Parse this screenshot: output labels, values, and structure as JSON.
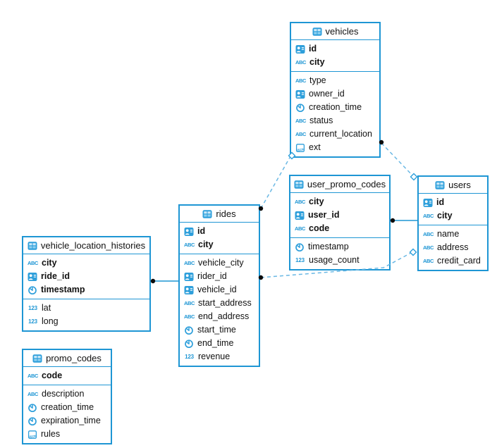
{
  "diagram": {
    "colors": {
      "accent_blue": "#1e96d4",
      "icon_blue": "#2e9fdb",
      "dashed_line_blue": "#6ab8e4",
      "connector_dot": "#0c0c0c",
      "text": "#111111",
      "background": "#ffffff"
    },
    "tables": [
      {
        "name": "vehicles",
        "icon": "table-icon",
        "primary_key": [
          {
            "name": "id",
            "icon": "id-type-icon"
          },
          {
            "name": "city",
            "icon": "text-type-icon"
          }
        ],
        "columns": [
          {
            "name": "type",
            "icon": "text-type-icon"
          },
          {
            "name": "owner_id",
            "icon": "id-type-icon"
          },
          {
            "name": "creation_time",
            "icon": "time-type-icon"
          },
          {
            "name": "status",
            "icon": "text-type-icon"
          },
          {
            "name": "current_location",
            "icon": "text-type-icon"
          },
          {
            "name": "ext",
            "icon": "json-type-icon"
          }
        ]
      },
      {
        "name": "user_promo_codes",
        "icon": "table-icon",
        "primary_key": [
          {
            "name": "city",
            "icon": "text-type-icon"
          },
          {
            "name": "user_id",
            "icon": "id-type-icon"
          },
          {
            "name": "code",
            "icon": "text-type-icon"
          }
        ],
        "columns": [
          {
            "name": "timestamp",
            "icon": "time-type-icon"
          },
          {
            "name": "usage_count",
            "icon": "number-type-icon"
          }
        ]
      },
      {
        "name": "users",
        "icon": "table-icon",
        "primary_key": [
          {
            "name": "id",
            "icon": "id-type-icon"
          },
          {
            "name": "city",
            "icon": "text-type-icon"
          }
        ],
        "columns": [
          {
            "name": "name",
            "icon": "text-type-icon"
          },
          {
            "name": "address",
            "icon": "text-type-icon"
          },
          {
            "name": "credit_card",
            "icon": "text-type-icon"
          }
        ]
      },
      {
        "name": "rides",
        "icon": "table-icon",
        "primary_key": [
          {
            "name": "id",
            "icon": "id-type-icon"
          },
          {
            "name": "city",
            "icon": "text-type-icon"
          }
        ],
        "columns": [
          {
            "name": "vehicle_city",
            "icon": "text-type-icon"
          },
          {
            "name": "rider_id",
            "icon": "id-type-icon"
          },
          {
            "name": "vehicle_id",
            "icon": "id-type-icon"
          },
          {
            "name": "start_address",
            "icon": "text-type-icon"
          },
          {
            "name": "end_address",
            "icon": "text-type-icon"
          },
          {
            "name": "start_time",
            "icon": "time-type-icon"
          },
          {
            "name": "end_time",
            "icon": "time-type-icon"
          },
          {
            "name": "revenue",
            "icon": "number-type-icon"
          }
        ]
      },
      {
        "name": "vehicle_location_histories",
        "icon": "table-icon",
        "primary_key": [
          {
            "name": "city",
            "icon": "text-type-icon"
          },
          {
            "name": "ride_id",
            "icon": "id-type-icon"
          },
          {
            "name": "timestamp",
            "icon": "time-type-icon"
          }
        ],
        "columns": [
          {
            "name": "lat",
            "icon": "number-type-icon"
          },
          {
            "name": "long",
            "icon": "number-type-icon"
          }
        ]
      },
      {
        "name": "promo_codes",
        "icon": "table-icon",
        "primary_key": [
          {
            "name": "code",
            "icon": "text-type-icon"
          }
        ],
        "columns": [
          {
            "name": "description",
            "icon": "text-type-icon"
          },
          {
            "name": "creation_time",
            "icon": "time-type-icon"
          },
          {
            "name": "expiration_time",
            "icon": "time-type-icon"
          },
          {
            "name": "rules",
            "icon": "json-type-icon"
          }
        ]
      }
    ],
    "relationships": [
      {
        "from_table": "vehicle_location_histories",
        "to_table": "rides",
        "line_style": "solid",
        "from_marker": "dot",
        "to_marker": "none"
      },
      {
        "from_table": "user_promo_codes",
        "to_table": "users",
        "line_style": "solid",
        "from_marker": "dot",
        "to_marker": "none"
      },
      {
        "from_table": "rides",
        "to_table": "vehicles",
        "line_style": "dashed",
        "from_marker": "dot",
        "to_marker": "diamond"
      },
      {
        "from_table": "vehicles",
        "to_table": "users",
        "line_style": "dashed",
        "from_marker": "dot",
        "to_marker": "diamond"
      },
      {
        "from_table": "rides",
        "to_table": "users",
        "line_style": "dashed",
        "from_marker": "dot",
        "to_marker": "diamond"
      }
    ]
  }
}
